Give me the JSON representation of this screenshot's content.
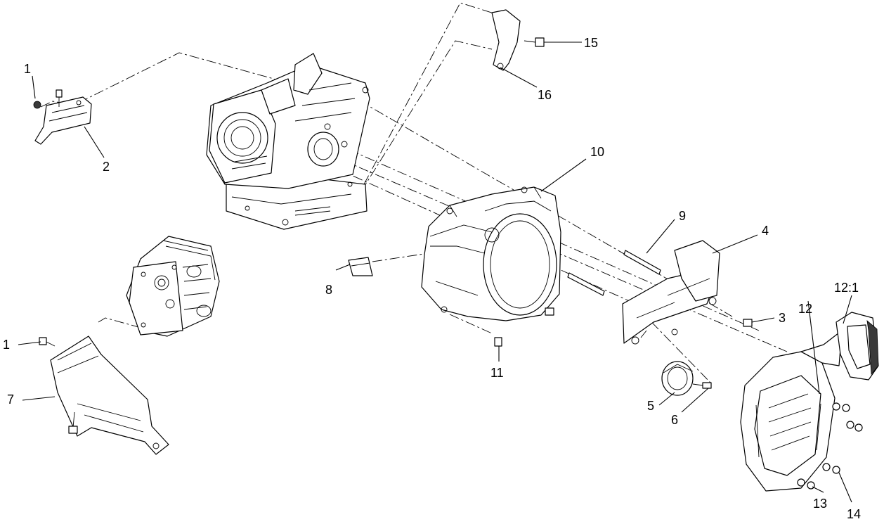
{
  "callouts": {
    "c1a": "1",
    "c1b": "1",
    "c2": "2",
    "c3": "3",
    "c4": "4",
    "c5": "5",
    "c6": "6",
    "c7": "7",
    "c8": "8",
    "c9": "9",
    "c10": "10",
    "c11": "11",
    "c12": "12",
    "c12_1": "12:1",
    "c13": "13",
    "c14": "14",
    "c15": "15",
    "c16": "16"
  }
}
